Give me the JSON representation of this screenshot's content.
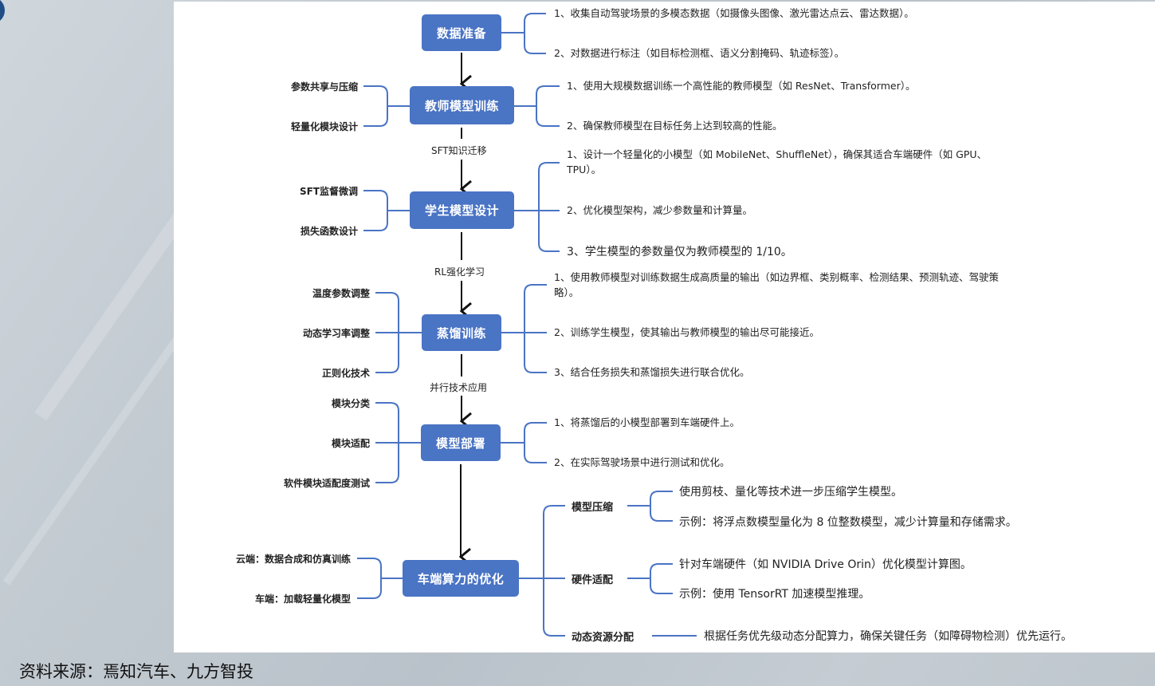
{
  "colors": {
    "box": "#4a74c4",
    "line": "#4a74c4",
    "arrow": "#111111",
    "panel": "#ffffff"
  },
  "steps": [
    {
      "label": "数据准备"
    },
    {
      "label": "教师模型训练"
    },
    {
      "label": "学生模型设计"
    },
    {
      "label": "蒸馏训练"
    },
    {
      "label": "模型部署"
    },
    {
      "label": "车端算力的优化"
    }
  ],
  "transitions": {
    "sft": "SFT知识迁移",
    "rl": "RL强化学习",
    "parallel": "并行技术应用"
  },
  "left": {
    "teacher": [
      "参数共享与压缩",
      "轻量化模块设计"
    ],
    "student": [
      "SFT监督微调",
      "损失函数设计"
    ],
    "distill": [
      "温度参数调整",
      "动态学习率调整",
      "正则化技术"
    ],
    "deploy": [
      "模块分类",
      "模块适配",
      "软件模块适配度测试"
    ],
    "optimize": [
      "云端：数据合成和仿真训练",
      "车端：加载轻量化模型"
    ]
  },
  "right": {
    "data": [
      "1、收集自动驾驶场景的多模态数据（如摄像头图像、激光雷达点云、雷达数据）。",
      "2、对数据进行标注（如目标检测框、语义分割掩码、轨迹标签）。"
    ],
    "teacher": [
      "1、使用大规模数据训练一个高性能的教师模型（如 ResNet、Transformer）。",
      "2、确保教师模型在目标任务上达到较高的性能。"
    ],
    "student": [
      "1、设计一个轻量化的小模型（如 MobileNet、ShuffleNet），确保其适合车端硬件（如 GPU、TPU）。",
      "2、优化模型架构，减少参数量和计算量。",
      "3、学生模型的参数量仅为教师模型的 1/10。"
    ],
    "distill": [
      "1、使用教师模型对训练数据生成高质量的输出（如边界框、类别概率、检测结果、预测轨迹、驾驶策略）。",
      "2、训练学生模型，使其输出与教师模型的输出尽可能接近。",
      "3、结合任务损失和蒸馏损失进行联合优化。"
    ],
    "deploy": [
      "1、将蒸馏后的小模型部署到车端硬件上。",
      "2、在实际驾驶场景中进行测试和优化。"
    ],
    "optimize": [
      {
        "label": "模型压缩",
        "items": [
          "使用剪枝、量化等技术进一步压缩学生模型。",
          "示例：将浮点数模型量化为 8 位整数模型，减少计算量和存储需求。"
        ]
      },
      {
        "label": "硬件适配",
        "items": [
          "针对车端硬件（如 NVIDIA Drive Orin）优化模型计算图。",
          "示例：使用 TensorRT 加速模型推理。"
        ]
      },
      {
        "label": "动态资源分配",
        "items": [
          "根据任务优先级动态分配算力，确保关键任务（如障碍物检测）优先运行。"
        ]
      }
    ]
  },
  "source": "资料来源：焉知汽车、九方智投"
}
